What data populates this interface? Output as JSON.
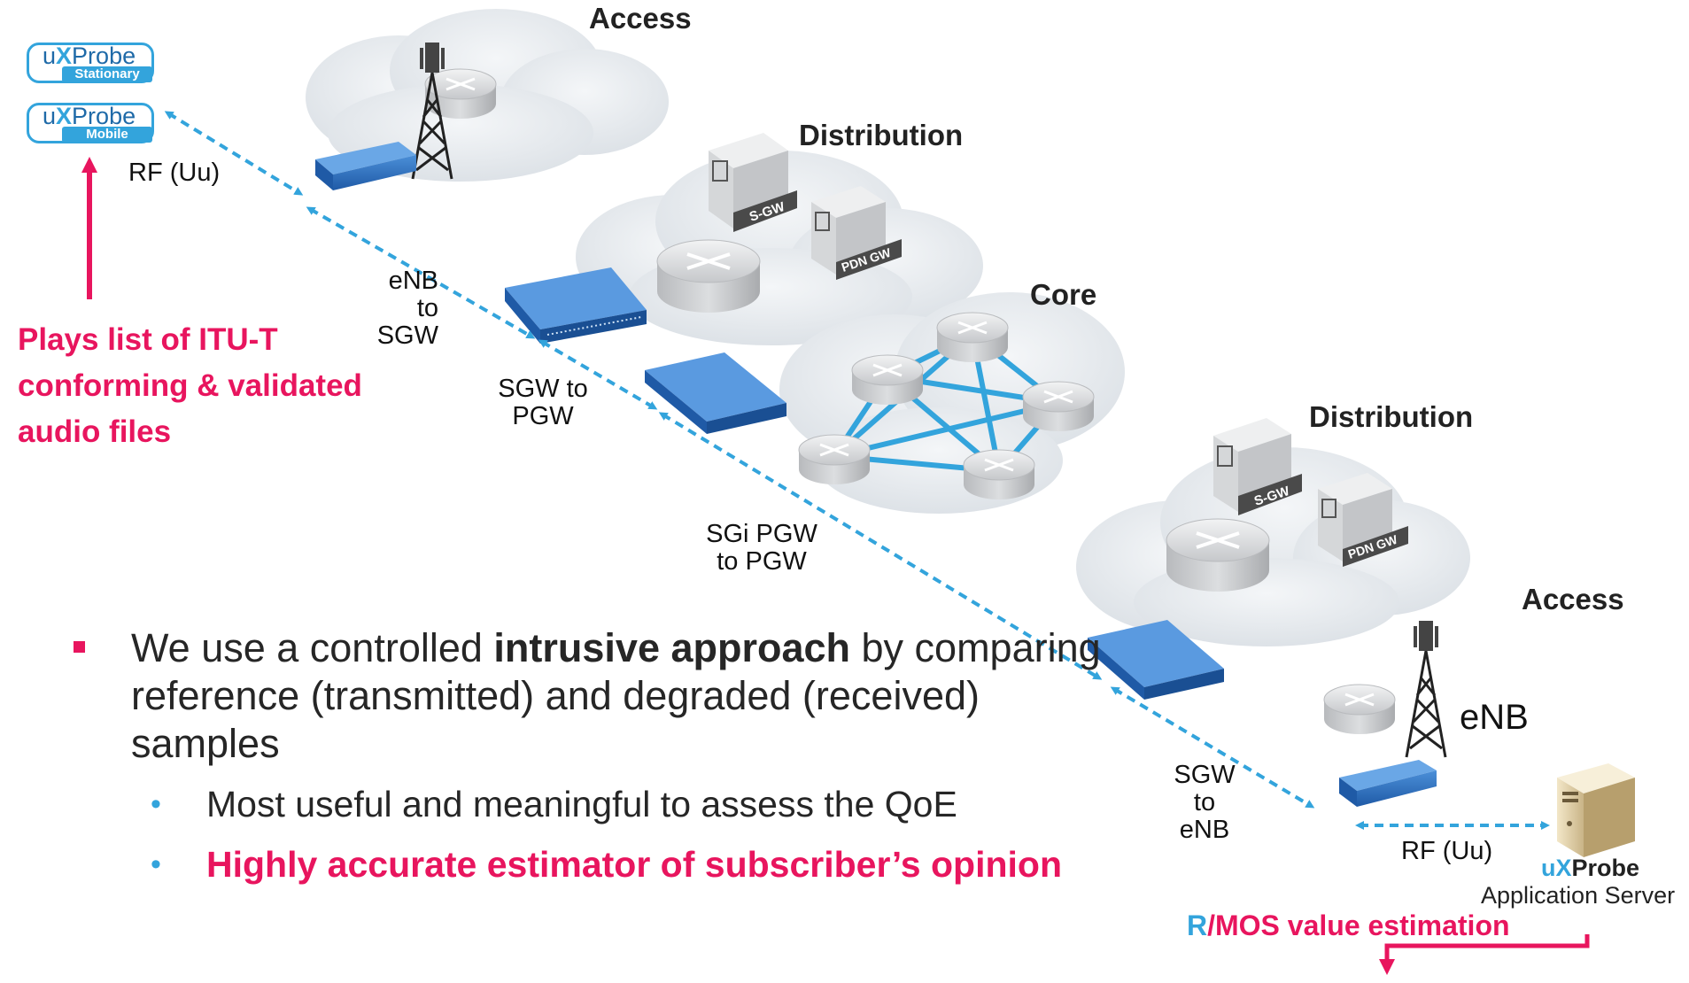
{
  "segments": {
    "access_top": "Access",
    "distribution_top": "Distribution",
    "core": "Core",
    "distribution_bottom": "Distribution",
    "access_bottom": "Access",
    "enb": "eNB"
  },
  "links": {
    "rf_top": "RF (Uu)",
    "enb_sgw_1": "eNB",
    "enb_sgw_2": "to",
    "enb_sgw_3": "SGW",
    "sgw_pgw_1": "SGW to",
    "sgw_pgw_2": "PGW",
    "sgi_1": "SGi PGW",
    "sgi_2": "to PGW",
    "sgw_enb_1": "SGW",
    "sgw_enb_2": "to",
    "sgw_enb_3": "eNB",
    "rf_bottom": "RF (Uu)"
  },
  "devices": {
    "sgw_label": "S-GW",
    "pdngw_label": "PDN GW"
  },
  "probes": {
    "brand_u": "u",
    "brand_x": "X",
    "brand_probe": "Probe",
    "stationary_tag": "Stationary",
    "mobile_tag": "Mobile"
  },
  "note": {
    "line1": "Plays list of ITU-T",
    "line2": "conforming & validated",
    "line3": "audio files"
  },
  "bullets": {
    "main_pre": "We use a controlled ",
    "main_bold": "intrusive approach",
    "main_post": " by comparing reference (transmitted) and degraded (received) samples",
    "sub1": "Most useful and meaningful to assess the QoE",
    "sub2": "Highly accurate estimator of subscriber’s opinion"
  },
  "server": {
    "brand_u": "u",
    "brand_x": "X",
    "brand_probe": "Probe",
    "name": "Application Server",
    "estimation_r": "R",
    "estimation_rest": "/MOS value estimation"
  },
  "colors": {
    "accent_pink": "#e8155e",
    "accent_blue": "#33a4dc",
    "device_blue": "#2f6fbf",
    "router_gray": "#c9cbce"
  },
  "icons": [
    "cell-tower-icon",
    "router-icon",
    "switch-icon",
    "gateway-box-icon",
    "server-icon",
    "antenna-icon"
  ]
}
